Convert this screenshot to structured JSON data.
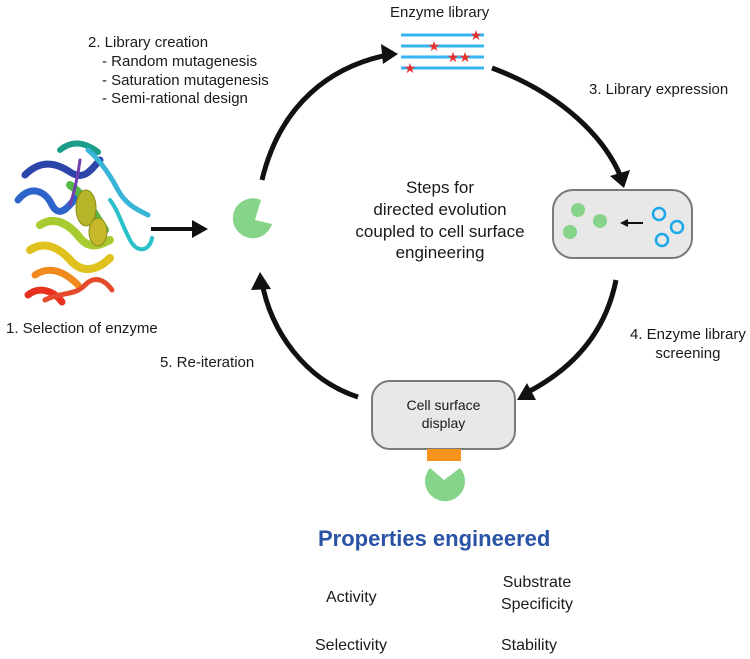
{
  "colors": {
    "arrow": "#111111",
    "enzyme_green": "#86d38a",
    "library_line": "#35b4f0",
    "mutation_star": "#e8322f",
    "cell_fill": "#e8e8e8",
    "cell_stroke": "#7a7a7a",
    "anchor_orange": "#f7941d",
    "heading_blue": "#2a53a6"
  },
  "steps": {
    "library_title": "Enzyme library",
    "step2_title": "2. Library creation",
    "step2_items": [
      "- Random mutagenesis",
      "- Saturation mutagenesis",
      "- Semi-rational design"
    ],
    "step3": "3. Library expression",
    "step4_lines": [
      "4. Enzyme library",
      "screening"
    ],
    "step5": "5. Re-iteration",
    "step1": "1. Selection of enzyme"
  },
  "center_text": [
    "Steps for",
    "directed evolution",
    "coupled to cell surface",
    "engineering"
  ],
  "display_box": [
    "Cell surface",
    "display"
  ],
  "properties": {
    "heading": "Properties engineered",
    "activity": "Activity",
    "substrate": [
      "Substrate",
      "Specificity"
    ],
    "selectivity": "Selectivity",
    "stability": "Stability"
  },
  "icons": [
    "protein-ribbon-icon",
    "enzyme-pacman-icon",
    "mutation-star-icon",
    "substrate-ring-icon",
    "product-dot-icon"
  ]
}
